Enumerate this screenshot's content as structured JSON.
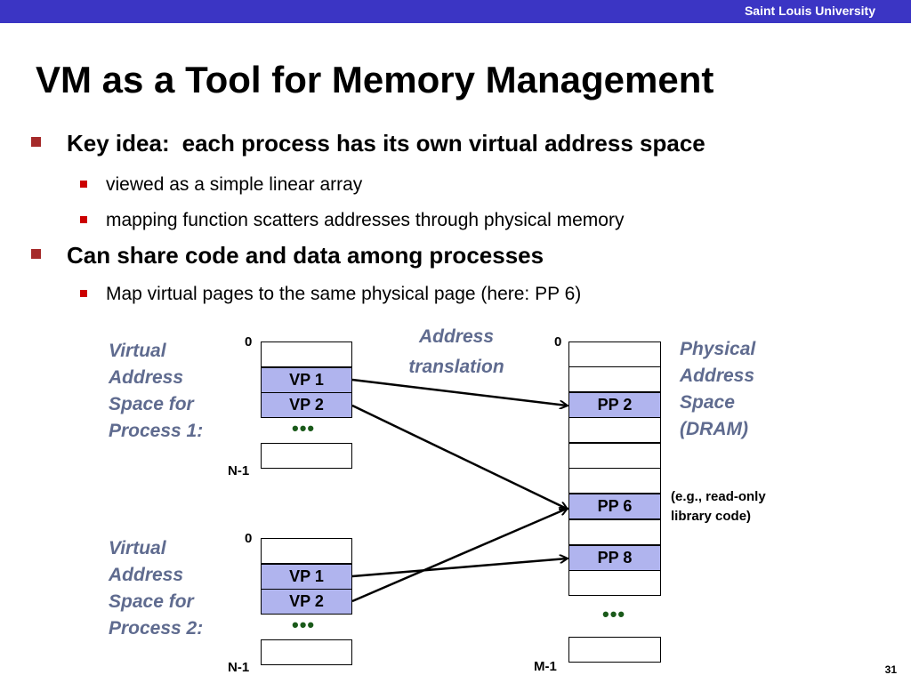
{
  "header": {
    "university": "Saint Louis University"
  },
  "slide": {
    "title": "VM as a Tool for Memory Management",
    "bullets": [
      {
        "label": "Key idea:",
        "text": "each process has its own virtual address space"
      },
      {
        "text": "viewed as a simple linear array"
      },
      {
        "text": "mapping function scatters addresses through physical memory"
      },
      {
        "text": "Can share code and data among processes"
      },
      {
        "text": "Map virtual pages to the same physical page (here: PP 6)"
      }
    ],
    "page_number": "31"
  },
  "diagram": {
    "process1_label": [
      "Virtual",
      "Address",
      "Space for",
      "Process 1:"
    ],
    "process2_label": [
      "Virtual",
      "Address",
      "Space for",
      "Process 2:"
    ],
    "translation_label": [
      "Address",
      "translation"
    ],
    "physical_label": [
      "Physical",
      "Address",
      "Space",
      "(DRAM)"
    ],
    "note": [
      "(e.g., read-only",
      "library code)"
    ],
    "vp1": "VP 1",
    "vp2": "VP 2",
    "pp2": "PP 2",
    "pp6": "PP 6",
    "pp8": "PP 8",
    "zero": "0",
    "n_minus_1": "N-1",
    "m_minus_1": "M-1",
    "ellipsis": "•••",
    "colors": {
      "page_fill": "#b0b4ee",
      "header_bar": "#3b35c4",
      "label_text": "#5f6b8f"
    }
  }
}
